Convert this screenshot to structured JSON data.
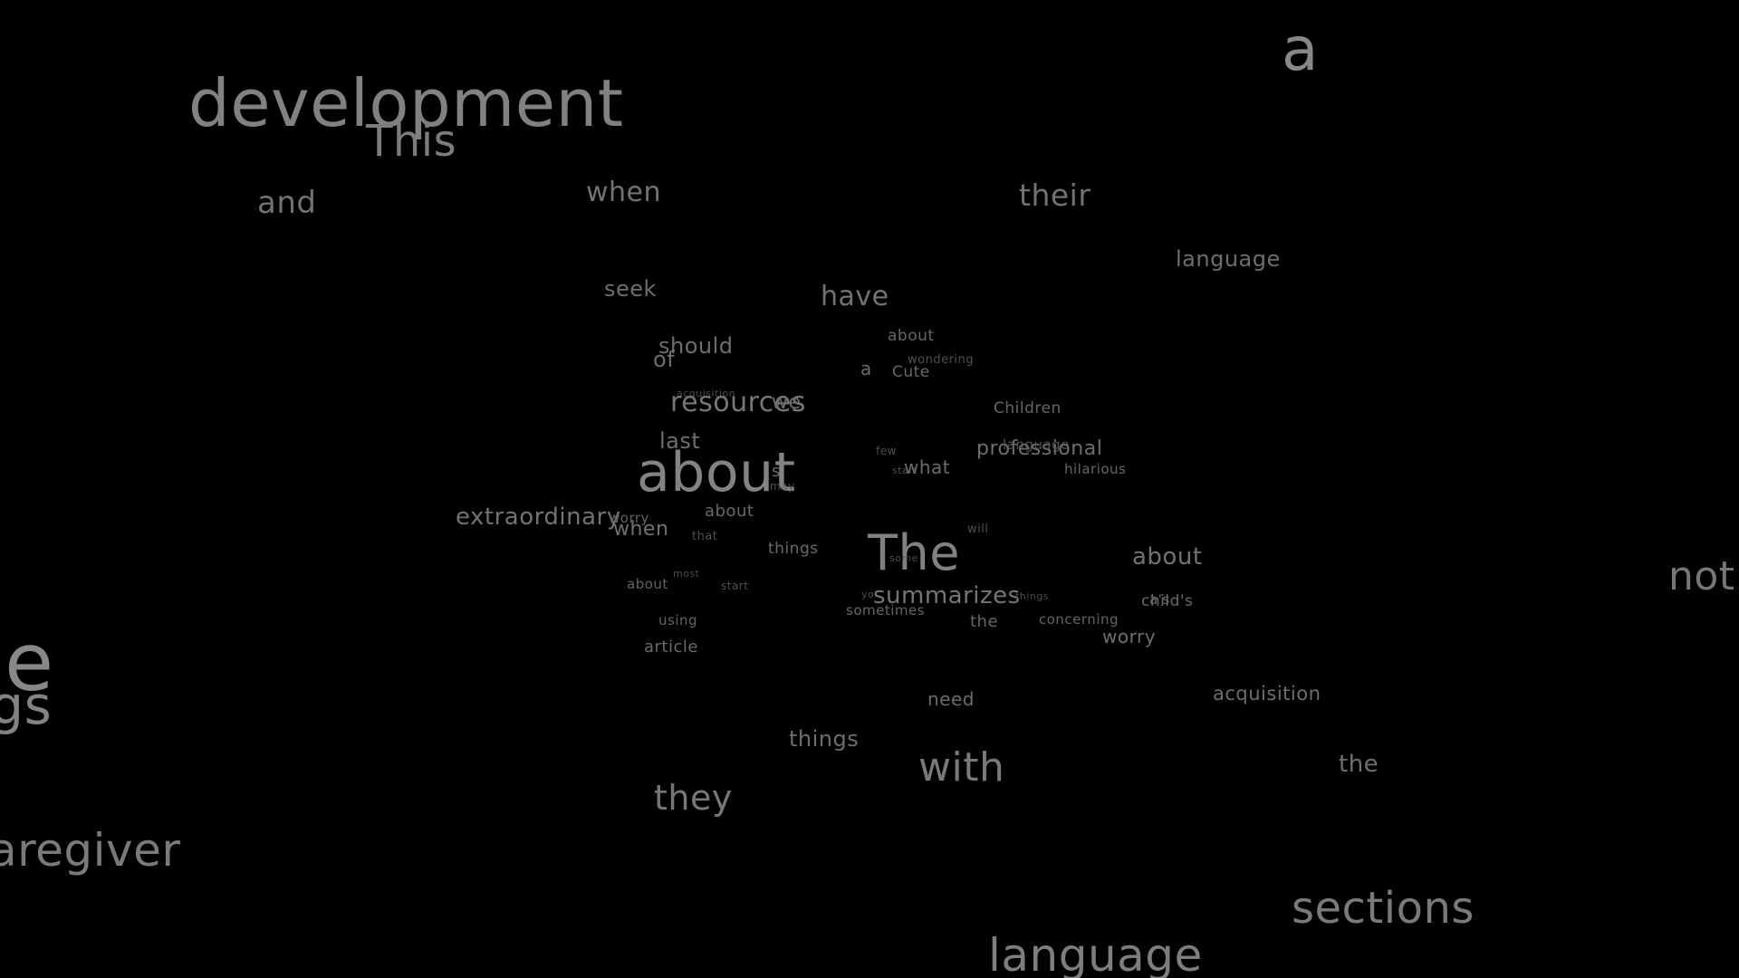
{
  "background": "#000000",
  "text_color": "#7a7a7a",
  "words": [
    {
      "text": "a",
      "depth": 0.0
    },
    {
      "text": "development",
      "depth": 0.15
    },
    {
      "text": "This",
      "depth": 0.25
    },
    {
      "text": "and",
      "depth": 0.45
    },
    {
      "text": "when",
      "depth": 0.45
    },
    {
      "text": "their",
      "depth": 0.45
    },
    {
      "text": "language",
      "depth": 0.55
    },
    {
      "text": "seek",
      "depth": 0.55
    },
    {
      "text": "have",
      "depth": 0.45
    },
    {
      "text": "should",
      "depth": 0.55
    },
    {
      "text": "of",
      "depth": 0.55
    },
    {
      "text": "about",
      "depth": 0.7
    },
    {
      "text": "a",
      "depth": 0.6
    },
    {
      "text": "wondering",
      "depth": 0.85
    },
    {
      "text": "Cute",
      "depth": 0.7
    },
    {
      "text": "acquisition",
      "depth": 0.95
    },
    {
      "text": "resources",
      "depth": 0.35
    },
    {
      "text": "we",
      "depth": 0.6
    },
    {
      "text": "Children",
      "depth": 0.7
    },
    {
      "text": "last",
      "depth": 0.55
    },
    {
      "text": "few",
      "depth": 0.9
    },
    {
      "text": "professional",
      "depth": 0.55
    },
    {
      "text": "language",
      "depth": 0.85
    },
    {
      "text": "about",
      "depth": 0.1
    },
    {
      "text": "s",
      "depth": 0.6
    },
    {
      "text": "what",
      "depth": 0.6
    },
    {
      "text": "start",
      "depth": 0.9
    },
    {
      "text": "hilarious",
      "depth": 0.7
    },
    {
      "text": "may",
      "depth": 0.9
    },
    {
      "text": "extraordinary",
      "depth": 0.45
    },
    {
      "text": "worry",
      "depth": 0.8
    },
    {
      "text": "when",
      "depth": 0.5
    },
    {
      "text": "about",
      "depth": 0.65
    },
    {
      "text": "that",
      "depth": 0.9
    },
    {
      "text": "things",
      "depth": 0.65
    },
    {
      "text": "The",
      "depth": 0.15
    },
    {
      "text": "will",
      "depth": 0.85
    },
    {
      "text": "some",
      "depth": 0.9
    },
    {
      "text": "about",
      "depth": 0.45
    },
    {
      "text": "most",
      "depth": 0.95
    },
    {
      "text": "about",
      "depth": 0.75
    },
    {
      "text": "start",
      "depth": 0.9
    },
    {
      "text": "summarizes",
      "depth": 0.4
    },
    {
      "text": "yo",
      "depth": 0.9
    },
    {
      "text": "things",
      "depth": 0.95
    },
    {
      "text": "sometimes",
      "depth": 0.75
    },
    {
      "text": "a's",
      "depth": 0.7
    },
    {
      "text": "child's",
      "depth": 0.65
    },
    {
      "text": "using",
      "depth": 0.75
    },
    {
      "text": "the",
      "depth": 0.7
    },
    {
      "text": "concerning",
      "depth": 0.75
    },
    {
      "text": "worry",
      "depth": 0.55
    },
    {
      "text": "article",
      "depth": 0.65
    },
    {
      "text": "not",
      "depth": 0.35
    },
    {
      "text": "le",
      "depth": 0.0
    },
    {
      "text": "ngs",
      "depth": 0.1
    },
    {
      "text": "need",
      "depth": 0.6
    },
    {
      "text": "acquisition",
      "depth": 0.55
    },
    {
      "text": "things",
      "depth": 0.55
    },
    {
      "text": "with",
      "depth": 0.3
    },
    {
      "text": "the",
      "depth": 0.5
    },
    {
      "text": "they",
      "depth": 0.35
    },
    {
      "text": "caregiver",
      "depth": 0.3
    },
    {
      "text": "sections",
      "depth": 0.3
    },
    {
      "text": "language",
      "depth": 0.2
    }
  ]
}
